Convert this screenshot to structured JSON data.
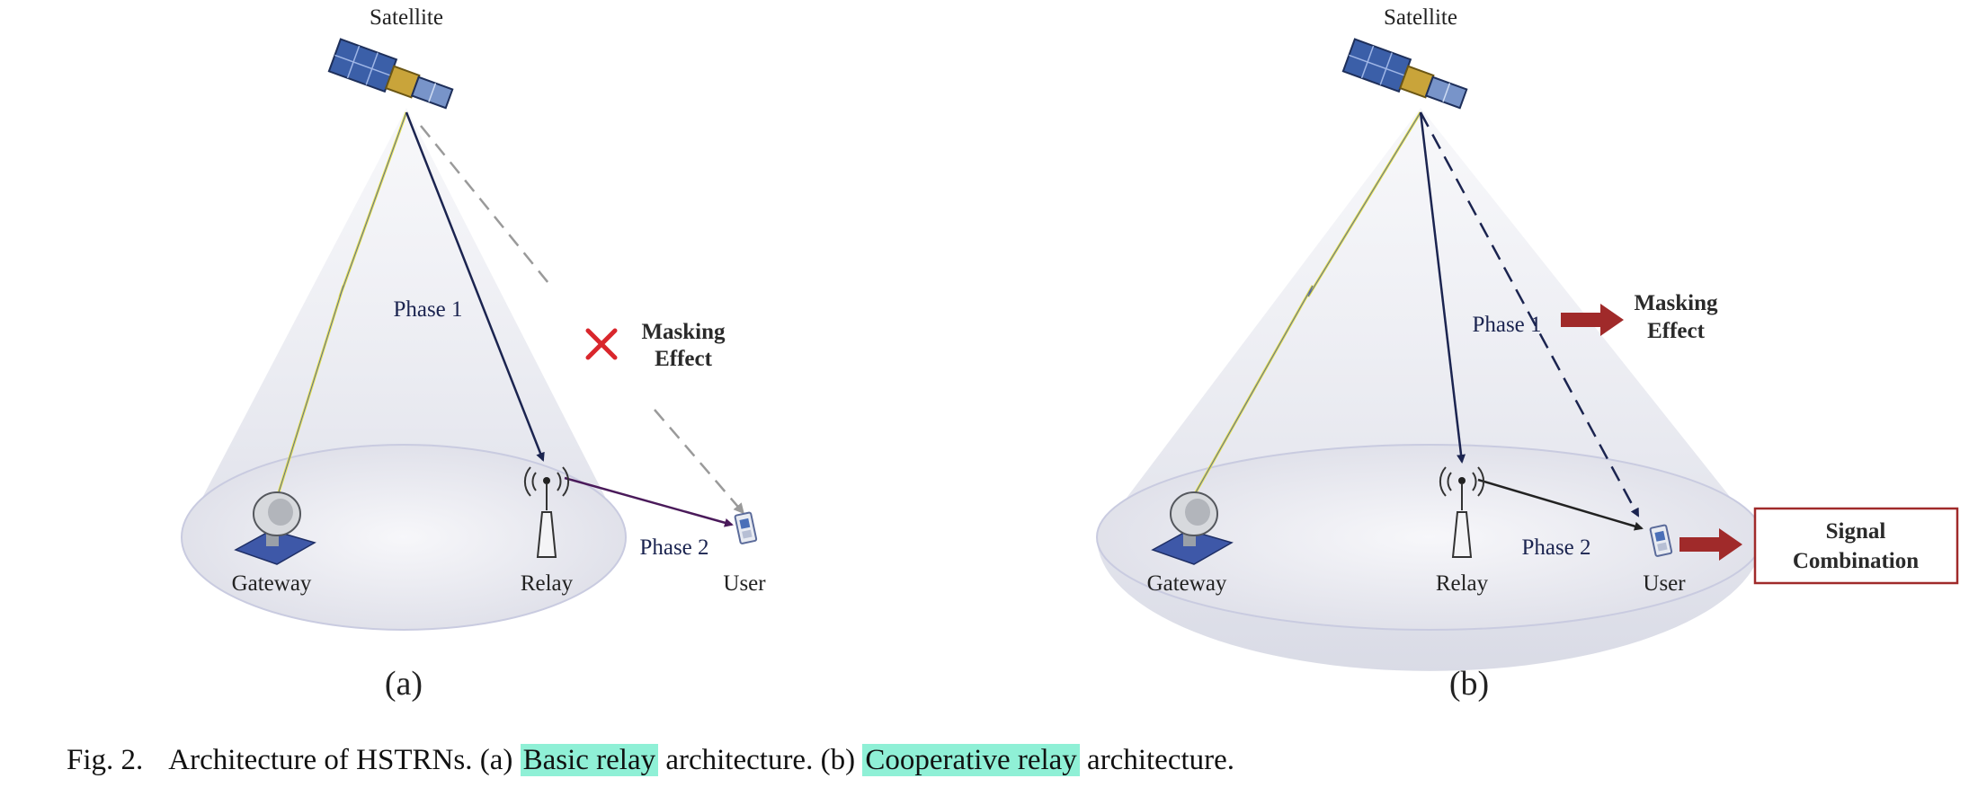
{
  "panel_a": {
    "satellite_label": "Satellite",
    "phase1_label": "Phase 1",
    "phase2_label": "Phase 2",
    "masking_line1": "Masking",
    "masking_line2": "Effect",
    "gateway_label": "Gateway",
    "relay_label": "Relay",
    "user_label": "User",
    "sublabel": "(a)"
  },
  "panel_b": {
    "satellite_label": "Satellite",
    "phase1_label": "Phase 1",
    "phase2_label": "Phase 2",
    "masking_line1": "Masking",
    "masking_line2": "Effect",
    "gateway_label": "Gateway",
    "relay_label": "Relay",
    "user_label": "User",
    "combo_line1": "Signal",
    "combo_line2": "Combination",
    "sublabel": "(b)"
  },
  "caption": {
    "fig_number": "Fig. 2.",
    "text1": "Architecture of HSTRNs. (a) ",
    "highlight1": "Basic relay",
    "text2": " architecture. (b) ",
    "highlight2": "Cooperative relay",
    "text3": " architecture."
  },
  "colors": {
    "highlight": "#8ff0d6",
    "phase1_arrow": "#1b2450",
    "phase2_arrow_a": "#4a1a5a",
    "red_arrow": "#a02a2a",
    "cross": "#d9262c",
    "combo_border": "#a02a2a"
  }
}
